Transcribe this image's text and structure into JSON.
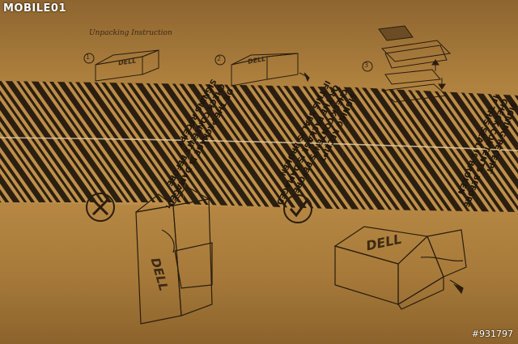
{
  "photo_watermark": {
    "logo": "MOBILE01",
    "post_id": "#931797"
  },
  "box_print": {
    "title": "Unpacking  Instruction",
    "steps": [
      "1",
      "2",
      "3"
    ],
    "brand": "DELL",
    "tape_warning_lines": [
      "IF THIS SEAL IS BROKEN",
      "OR THE PACKAGE IS DAMAGED:",
      "CHECK CONTENTS BEFORE",
      "SIGNING RECEIPT"
    ],
    "icons": [
      "cross-mark-icon",
      "check-mark-icon"
    ]
  },
  "colors": {
    "cardboard": "#b98a45",
    "ink": "#2a1d0e",
    "tape": "#c29653"
  }
}
